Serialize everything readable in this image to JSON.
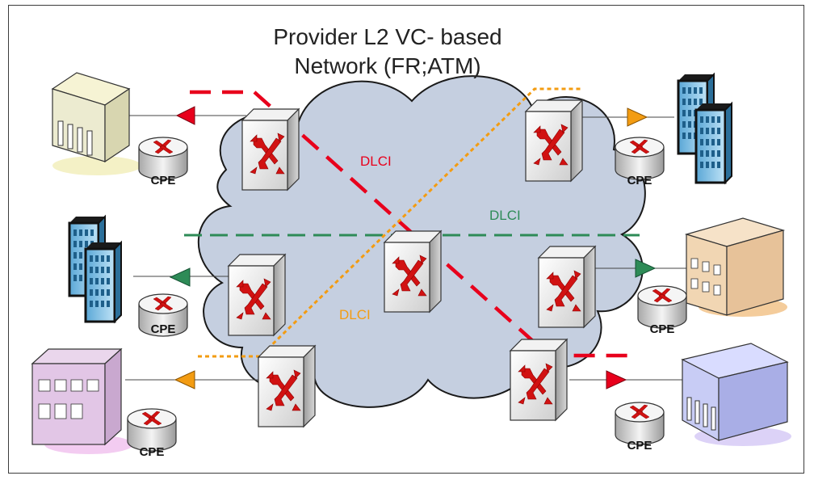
{
  "title": {
    "line1": "Provider L2 VC- based",
    "line2": "Network (FR;ATM)"
  },
  "labels": {
    "dlci_red": "DLCI",
    "dlci_green": "DLCI",
    "dlci_orange": "DLCI"
  },
  "cpe_label": "CPE",
  "colors": {
    "cloud_fill": "#c5cfe0",
    "cloud_stroke": "#1a1a1a",
    "red_vc": "#e8001c",
    "green_vc": "#2e8b57",
    "orange_vc": "#f39c12",
    "switch_arrow": "#d11212"
  }
}
